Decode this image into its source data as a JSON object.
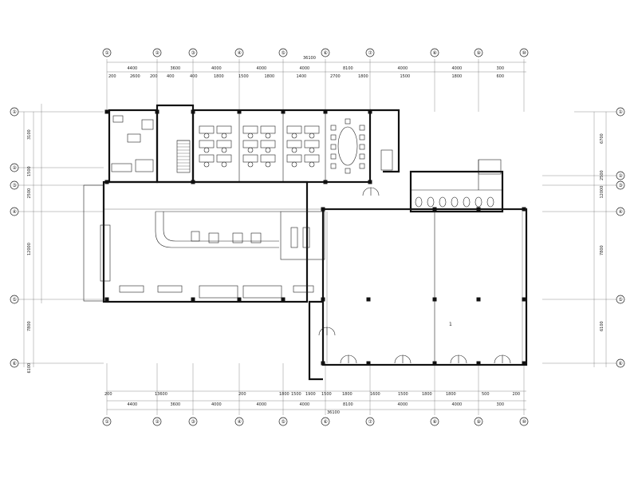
{
  "plan": {
    "top_overall": "36100",
    "bottom_overall": "36100",
    "top_row1": [
      "4400",
      "3600",
      "4000",
      "4000",
      "4000",
      "8100",
      "4000",
      "4000",
      "300"
    ],
    "top_row2": [
      "200",
      "2600",
      "200",
      "400",
      "400",
      "1800",
      "1500",
      "1800",
      "1400",
      "2700",
      "1800",
      "1500",
      "1800",
      "600"
    ],
    "bottom_row1": [
      "200",
      "13600",
      "200",
      "1800",
      "1500",
      "1900",
      "1500",
      "1800",
      "1600",
      "1500",
      "1800",
      "1800",
      "500",
      "200"
    ],
    "bottom_row2": [
      "4400",
      "3600",
      "4000",
      "4000",
      "4000",
      "8100",
      "4000",
      "4000",
      "300"
    ],
    "left_dims": [
      "3100",
      "1500",
      "2500",
      "12000",
      "7800",
      "6100"
    ],
    "right_dims": [
      "6700",
      "2500",
      "12000",
      "7800",
      "6100"
    ],
    "axis_labels_visible": [
      "①",
      "②",
      "③",
      "④",
      "⑤",
      "⑥",
      "⑦",
      "⑧",
      "⑨",
      "⑩",
      "⑪",
      "⑫",
      "⑬"
    ],
    "room_note": "1"
  }
}
